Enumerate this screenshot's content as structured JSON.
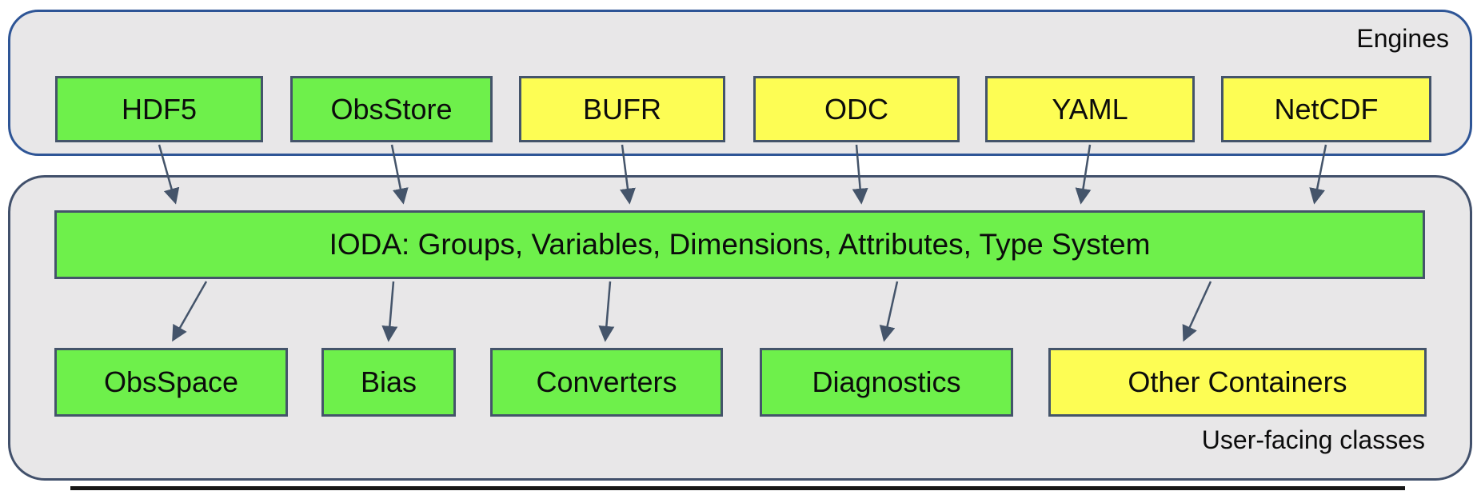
{
  "engines_panel": {
    "label": "Engines",
    "boxes": [
      {
        "id": "hdf5",
        "label": "HDF5",
        "color": "green"
      },
      {
        "id": "obsstore",
        "label": "ObsStore",
        "color": "green"
      },
      {
        "id": "bufr",
        "label": "BUFR",
        "color": "yellow"
      },
      {
        "id": "odc",
        "label": "ODC",
        "color": "yellow"
      },
      {
        "id": "yaml",
        "label": "YAML",
        "color": "yellow"
      },
      {
        "id": "netcdf",
        "label": "NetCDF",
        "color": "yellow"
      }
    ]
  },
  "ioda_bar": {
    "label": "IODA: Groups, Variables, Dimensions, Attributes, Type System",
    "color": "green"
  },
  "classes_panel": {
    "label": "User-facing classes",
    "boxes": [
      {
        "id": "obsspace",
        "label": "ObsSpace",
        "color": "green"
      },
      {
        "id": "bias",
        "label": "Bias",
        "color": "green"
      },
      {
        "id": "converters",
        "label": "Converters",
        "color": "green"
      },
      {
        "id": "diagnostics",
        "label": "Diagnostics",
        "color": "green"
      },
      {
        "id": "other",
        "label": "Other Containers",
        "color": "yellow"
      }
    ]
  },
  "connections": {
    "engines_to_ioda": [
      "HDF5",
      "ObsStore",
      "BUFR",
      "ODC",
      "YAML",
      "NetCDF"
    ],
    "ioda_to_classes": [
      "ObsSpace",
      "Bias",
      "Converters",
      "Diagnostics",
      "Other Containers"
    ]
  },
  "colors": {
    "green": "#6ef04b",
    "yellow": "#fdfd54",
    "node_border": "#44546a",
    "engines_panel_border": "#2e5596",
    "classes_panel_border": "#41506b",
    "panel_fill": "#e8e7e8",
    "arrow": "#44546a"
  }
}
